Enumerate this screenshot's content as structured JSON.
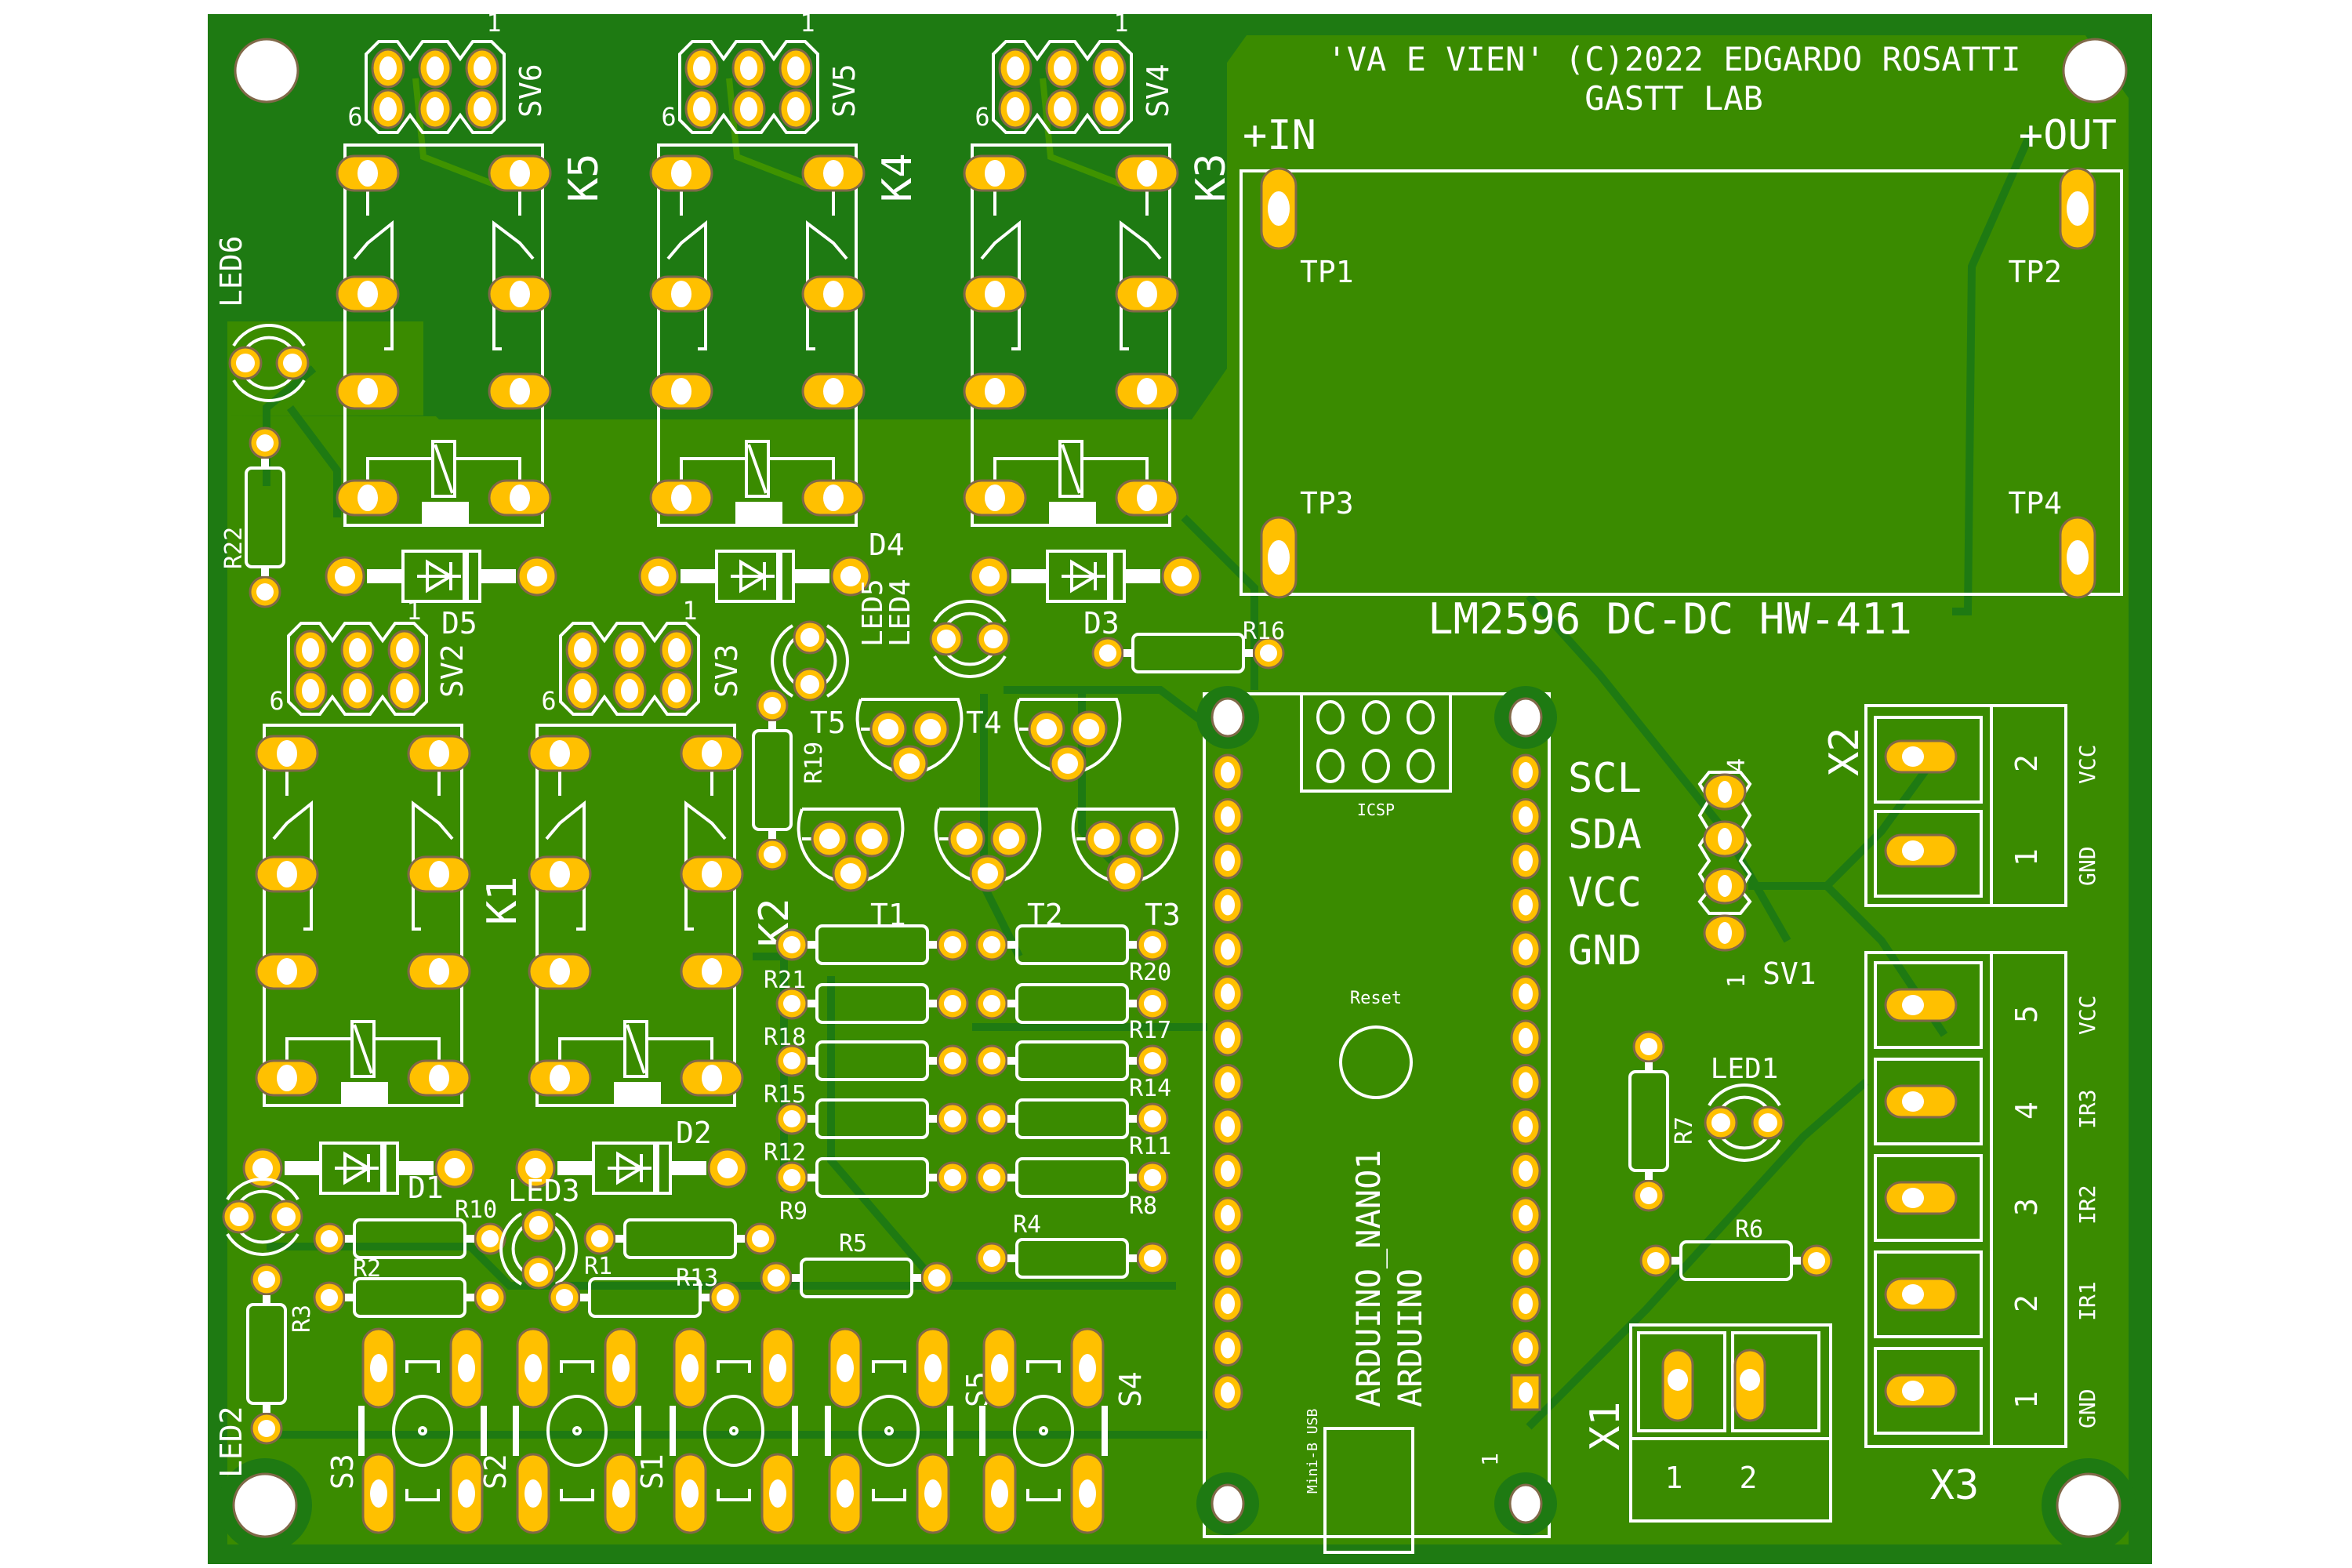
{
  "board": {
    "colors": {
      "copper_light": "#3a8b00",
      "copper_dark": "#1e7a12",
      "pad": "#ffc000",
      "silk": "#ffffff"
    },
    "title_line1": "'VA E VIEN' (C)2022 EDGARDO ROSATTI",
    "title_line2": "GASTT LAB"
  },
  "dcdc": {
    "in_label": "+IN",
    "out_label": "+OUT",
    "tp1": "TP1",
    "tp2": "TP2",
    "tp3": "TP3",
    "tp4": "TP4",
    "name": "LM2596 DC-DC HW-411"
  },
  "relays": {
    "k5": "K5",
    "k4": "K4",
    "k3": "K3",
    "k1": "K1",
    "k2": "K2"
  },
  "headers": {
    "sv6": "SV6",
    "sv5": "SV5",
    "sv4": "SV4",
    "sv2": "SV2",
    "sv3": "SV3",
    "pin1": "1",
    "pin6": "6"
  },
  "diodes": {
    "d1": "D1",
    "d2": "D2",
    "d3": "D3",
    "d4": "D4",
    "d5": "D5"
  },
  "leds": {
    "led1": "LED1",
    "led2": "LED2",
    "led3": "LED3",
    "led4": "LED4",
    "led5": "LED5",
    "led6": "LED6"
  },
  "transistors": {
    "t1": "T1",
    "t2": "T2",
    "t3": "T3",
    "t4": "T4",
    "t5": "T5"
  },
  "resistors": {
    "r1": "R1",
    "r2": "R2",
    "r3": "R3",
    "r4": "R4",
    "r5": "R5",
    "r6": "R6",
    "r7": "R7",
    "r8": "R8",
    "r9": "R9",
    "r10": "R10",
    "r11": "R11",
    "r12": "R12",
    "r13": "R13",
    "r14": "R14",
    "r15": "R15",
    "r16": "R16",
    "r17": "R17",
    "r18": "R18",
    "r19": "R19",
    "r20": "R20",
    "r21": "R21",
    "r22": "R22"
  },
  "switches": {
    "s1": "S1",
    "s2": "S2",
    "s3": "S3",
    "s4": "S4",
    "s5": "S5"
  },
  "arduino": {
    "name": "ARDUINO_NANO1",
    "value": "ARDUINO",
    "icsp": "ICSP",
    "reset": "Reset",
    "usb": "Mini-B USB",
    "pin1": "1"
  },
  "sv1": {
    "name": "SV1",
    "pin_first": "1",
    "pin_last": "4",
    "pins": [
      "SCL",
      "SDA",
      "VCC",
      "GND"
    ]
  },
  "x1": {
    "name": "X1",
    "pins": [
      "1",
      "2"
    ]
  },
  "x2": {
    "name": "X2",
    "pins": [
      "2",
      "1"
    ],
    "signals": [
      "VCC",
      "GND"
    ]
  },
  "x3": {
    "name": "X3",
    "pins": [
      "5",
      "4",
      "3",
      "2",
      "1"
    ],
    "signals": [
      "VCC",
      "IR3",
      "IR2",
      "IR1",
      "GND"
    ]
  }
}
